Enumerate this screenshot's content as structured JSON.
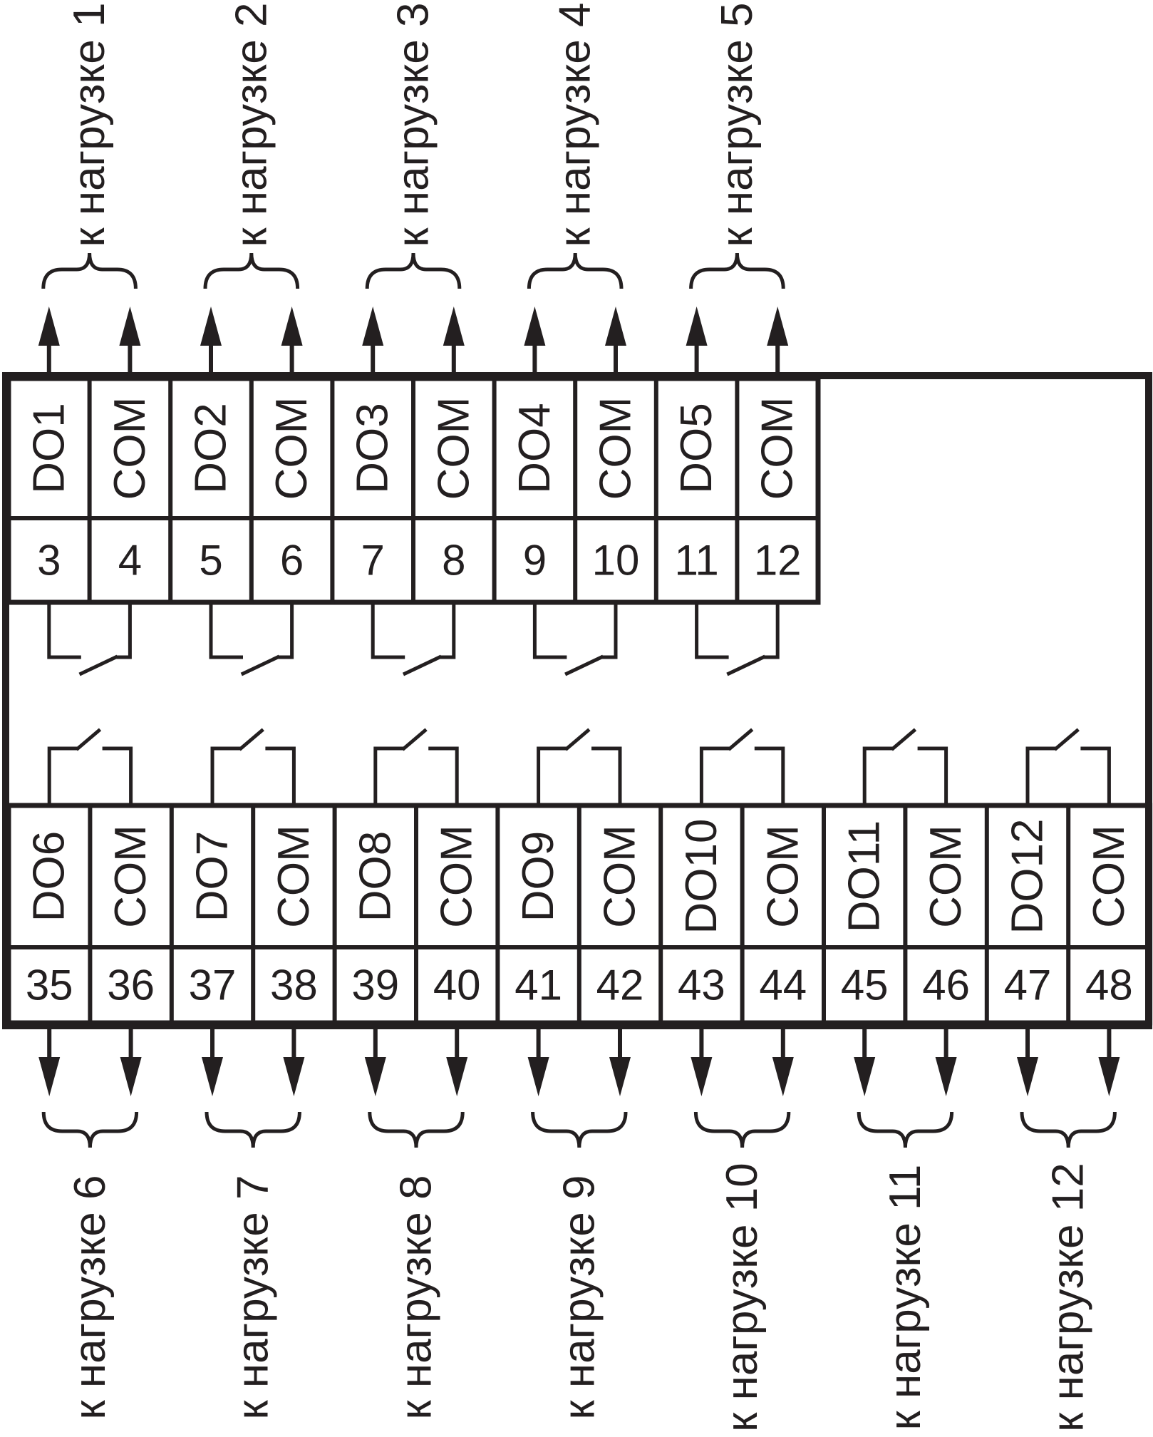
{
  "colors": {
    "line": "#231f20",
    "background": "#ffffff"
  },
  "top": {
    "channels": [
      {
        "do": "DO1",
        "com": "COM",
        "pin_do": "3",
        "pin_com": "4",
        "load": "к нагрузке 1"
      },
      {
        "do": "DO2",
        "com": "COM",
        "pin_do": "5",
        "pin_com": "6",
        "load": "к нагрузке 2"
      },
      {
        "do": "DO3",
        "com": "COM",
        "pin_do": "7",
        "pin_com": "8",
        "load": "к нагрузке 3"
      },
      {
        "do": "DO4",
        "com": "COM",
        "pin_do": "9",
        "pin_com": "10",
        "load": "к нагрузке 4"
      },
      {
        "do": "DO5",
        "com": "COM",
        "pin_do": "11",
        "pin_com": "12",
        "load": "к нагрузке 5"
      }
    ]
  },
  "bottom": {
    "channels": [
      {
        "do": "DO6",
        "com": "COM",
        "pin_do": "35",
        "pin_com": "36",
        "load": "к нагрузке 6"
      },
      {
        "do": "DO7",
        "com": "COM",
        "pin_do": "37",
        "pin_com": "38",
        "load": "к нагрузке 7"
      },
      {
        "do": "DO8",
        "com": "COM",
        "pin_do": "39",
        "pin_com": "40",
        "load": "к нагрузке 8"
      },
      {
        "do": "DO9",
        "com": "COM",
        "pin_do": "41",
        "pin_com": "42",
        "load": "к нагрузке 9"
      },
      {
        "do": "DO10",
        "com": "COM",
        "pin_do": "43",
        "pin_com": "44",
        "load": "к нагрузке 10"
      },
      {
        "do": "DO11",
        "com": "COM",
        "pin_do": "45",
        "pin_com": "46",
        "load": "к нагрузке 11"
      },
      {
        "do": "DO12",
        "com": "COM",
        "pin_do": "47",
        "pin_com": "48",
        "load": "к нагрузке 12"
      }
    ]
  }
}
